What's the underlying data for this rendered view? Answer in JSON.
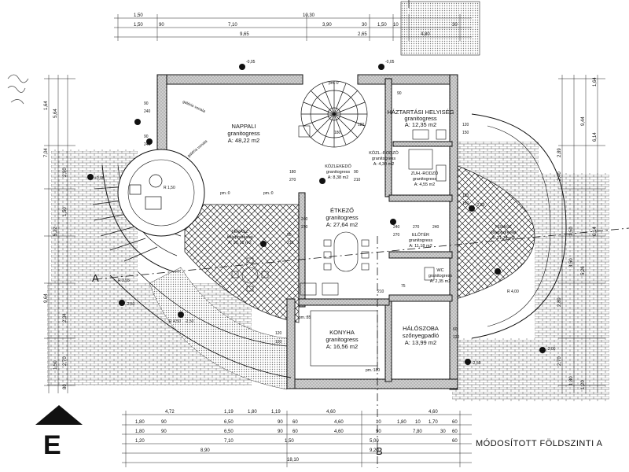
{
  "title": "MÓDOSÍTOTT FÖLDSZINTI A",
  "north_mark": "E",
  "section_a": "A",
  "section_b": "B",
  "rooms": [
    {
      "id": "nappali",
      "name": "NAPPALI",
      "floor": "granitogress",
      "area": "A: 48,22 m2"
    },
    {
      "id": "haztartasi",
      "name": "HÁZTARTÁSI HELYISÉG",
      "floor": "granitogress",
      "area": "A: 12,35 m2"
    },
    {
      "id": "kozlekedo",
      "name": "KÖZLEKEDŐ",
      "floor": "granitogress",
      "area": "A: 8,38 m2"
    },
    {
      "id": "kozl2",
      "name": "KÖZL.-RODZÓ",
      "floor": "granitogress",
      "area": "A: 4,30 m2"
    },
    {
      "id": "zuhany",
      "name": "ZUH.-RODZÓ",
      "floor": "granitogress",
      "area": "A: 4,55 m2"
    },
    {
      "id": "etkezo",
      "name": "ÉTKEZŐ",
      "floor": "granitogress",
      "area": "A: 27,64 m2"
    },
    {
      "id": "terasz_bal",
      "name": "TERASZ",
      "floor": "kőlapburkolat",
      "area": "A: 25,12 m2"
    },
    {
      "id": "terasz_jobb",
      "name": "TERASZ",
      "floor": "kőlapburkolat",
      "area": "A: 21,74 m2"
    },
    {
      "id": "eloter",
      "name": "ELŐTÉR",
      "floor": "granitogress",
      "area": "A: 11,18 m2"
    },
    {
      "id": "wc",
      "name": "WC",
      "floor": "granitogress",
      "area": "A: 2,35 m2"
    },
    {
      "id": "konyha",
      "name": "KONYHA",
      "floor": "granitogress",
      "area": "A: 16,56 m2"
    },
    {
      "id": "halo",
      "name": "HÁLÓSZOBA",
      "floor": "szőnyegpadló",
      "area": "A: 13,99 m2"
    }
  ],
  "level_marks": {
    "top_left": "-0,05",
    "top_stair": "-0,05",
    "left_upper": "+0,05",
    "left_mid": "-2,25",
    "left_lower": "-2,50",
    "right_upper": "-2,20",
    "right_lower": "-2,00",
    "bottom_left": "-2,50",
    "bottom_right": "-2,50",
    "pm_0_a": "pm.:0",
    "pm_0_b": "pm.:0",
    "pm_0_c": "pm.:0",
    "pm_0_d": "pm.:0",
    "pm_85": "pm.:85",
    "pm_180": "pm.:180"
  },
  "top_dims": {
    "row1": [
      "1,50",
      "10,30"
    ],
    "row2": [
      "1,50",
      "90",
      "7,10",
      "3,90",
      "30",
      "1,50",
      "10",
      "30"
    ],
    "row3": [
      "9,65",
      "2,65",
      "4,80"
    ]
  },
  "bottom_dims": {
    "row1": [
      "4,72",
      "1,19",
      "1,80",
      "1,19",
      "4,60",
      "4,60"
    ],
    "row2": [
      "1,80",
      "90",
      "6,50",
      "90",
      "60",
      "4,60",
      "10",
      "1,80",
      "10",
      "1,70",
      "60"
    ],
    "row3": [
      "1,80",
      "90",
      "6,50",
      "90",
      "60",
      "4,60",
      "90",
      "7,80",
      "30",
      "60"
    ],
    "row4": [
      "1,20",
      "7,10",
      "1,50",
      "5,00",
      "60"
    ],
    "row5": [
      "8,90",
      "9,20"
    ],
    "row6": [
      "18,10"
    ]
  },
  "left_dims": [
    "1,64",
    "5,64",
    "7,04",
    "2,90",
    "1,50",
    "5,22",
    "9,64",
    "2,34",
    "2,70",
    "1,50",
    "80"
  ],
  "right_dims": [
    "1,64",
    "9,44",
    "6,14",
    "2,89",
    "2,40",
    "6,14",
    "1,50",
    "5,26",
    "3,50",
    "2,89",
    "2,70",
    "1,80",
    "1,20"
  ],
  "misc_labels": {
    "radius_left": "R 1,50",
    "radius_right": "R 4,00",
    "radius_bottom": "R 4,50",
    "radius_terrace": "R 3,55",
    "diag1": "galéria vonala",
    "diag2": "galéria vonala",
    "d_90a": "90",
    "d_240a": "240",
    "d_90b": "90",
    "d_240b": "240",
    "d_180a": "180",
    "d_270a": "270",
    "d_90c": "90",
    "d_210a": "210",
    "d_120a": "120",
    "d_150a": "150",
    "d_120b": "120",
    "d_150b": "150",
    "d_240c": "240",
    "d_270b": "270",
    "d_90d": "90",
    "d_210b": "210",
    "d_120c": "120",
    "d_60": "60",
    "d_120d": "120",
    "d_120e": "120",
    "d_180b": "180",
    "d_210c": "210",
    "d_90e": "90",
    "d_180c": "180",
    "d_240d": "240",
    "d_270c": "270",
    "d_270d": "270",
    "d_240e": "240",
    "d_75": "75"
  }
}
